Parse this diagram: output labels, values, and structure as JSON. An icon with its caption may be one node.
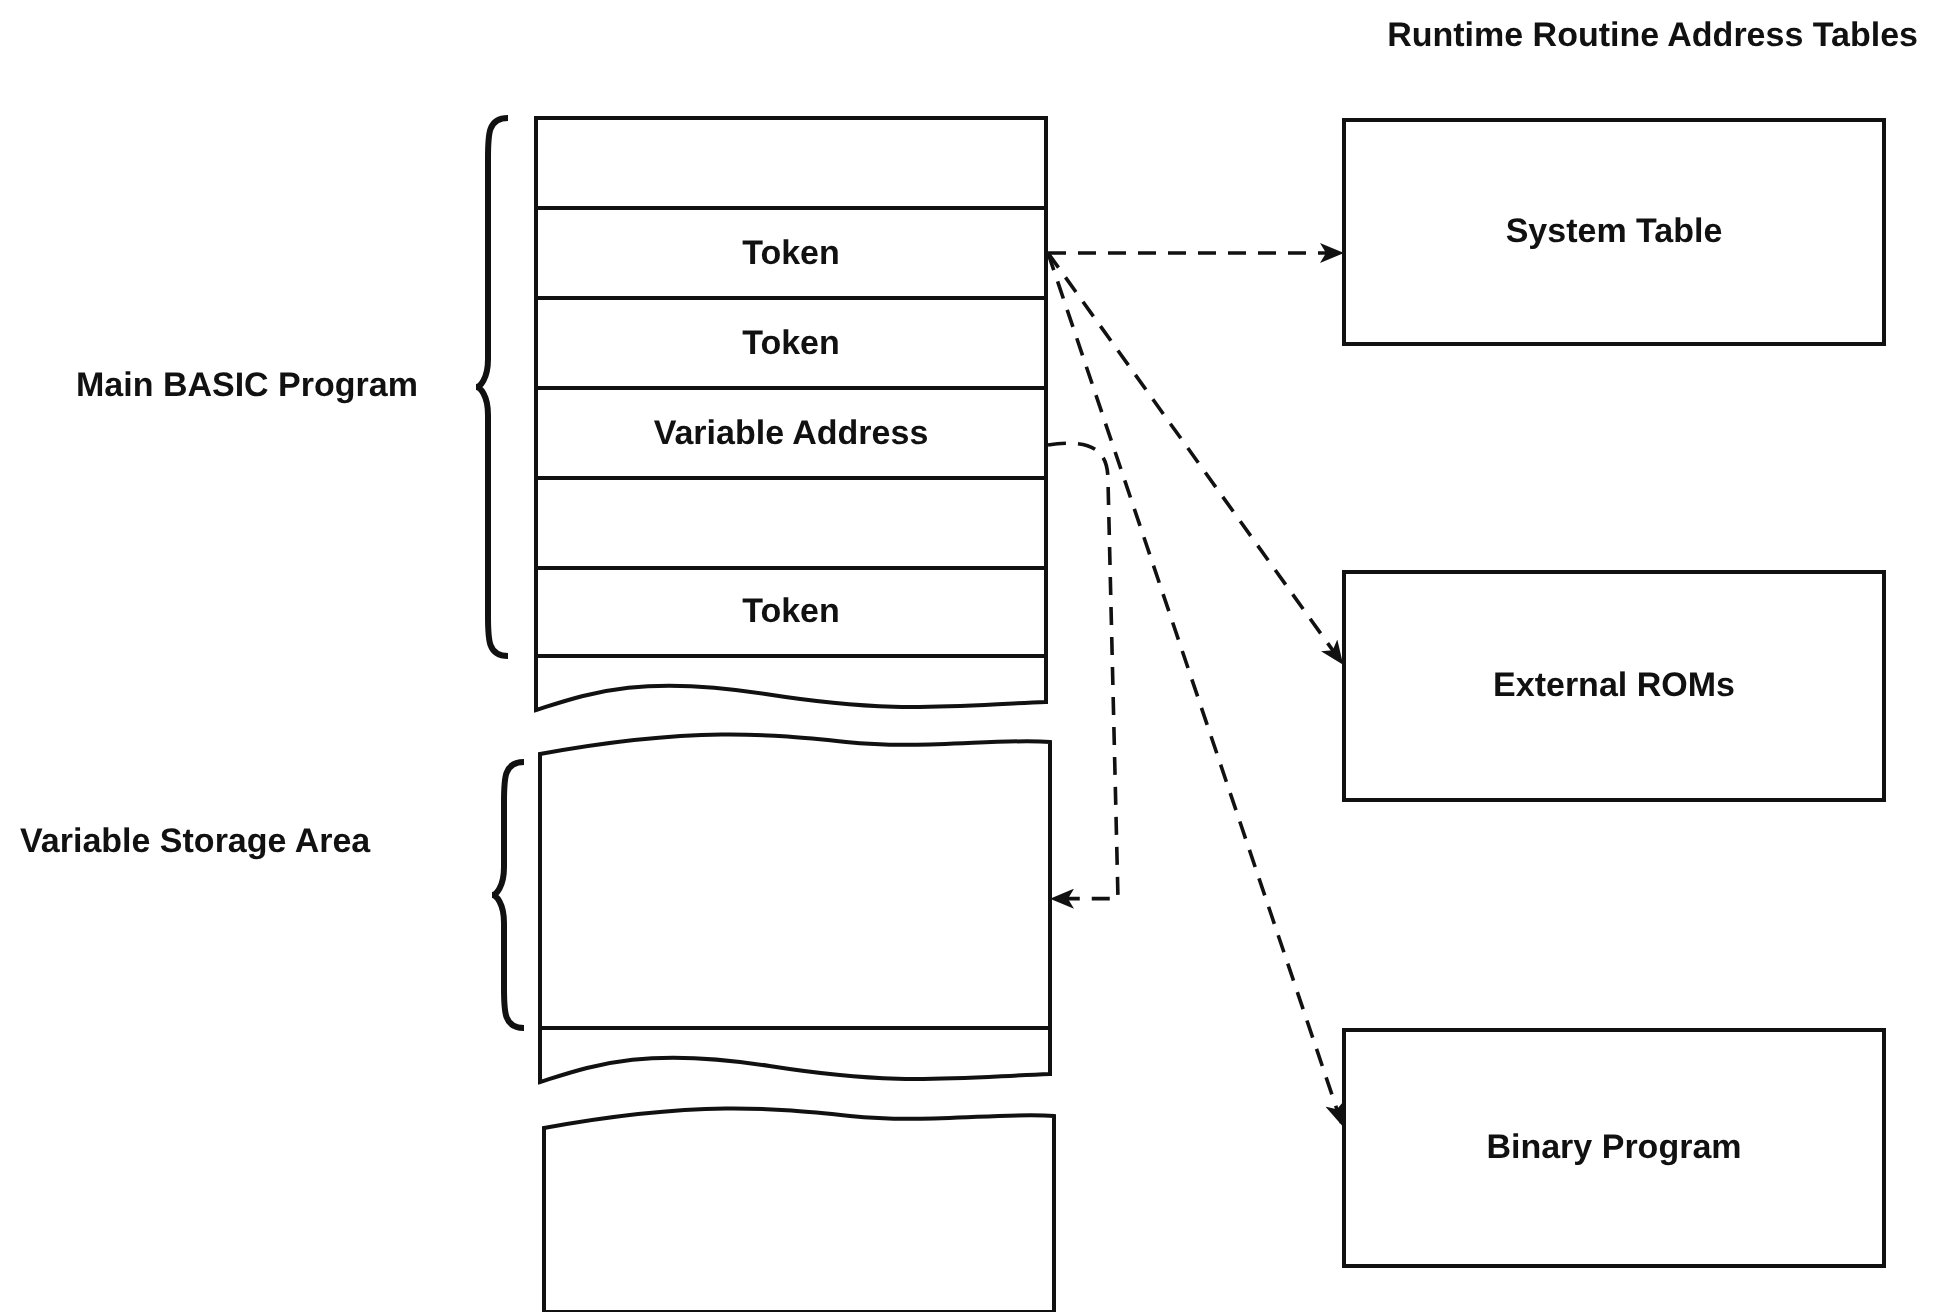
{
  "diagram": {
    "nodes": [
      {
        "text": [],
        "shape": "box"
      },
      {
        "text": [
          "Token"
        ]
      },
      {
        "text": [
          "Token"
        ]
      },
      {
        "text": [
          "Variable Address"
        ]
      },
      {
        "text": [],
        "shape": "box"
      },
      {
        "text": [
          "Token"
        ]
      },
      {
        "text": [],
        "shape": "box"
      },
      {
        "text": [],
        "shape": "box"
      },
      {
        "text": [],
        "shape": "box"
      },
      {
        "text": [],
        "shape": "box"
      },
      {
        "text": [
          "System Table"
        ]
      },
      {
        "text": [
          "External ROMs"
        ]
      },
      {
        "text": [
          "Binary Program"
        ]
      }
    ],
    "edges": [
      {
        "from": 1,
        "to": 10,
        "arrow": "to",
        "style": "dashed"
      },
      {
        "from": 1,
        "to": 11,
        "arrow": "to",
        "style": "dashed"
      },
      {
        "from": 1,
        "to": 12,
        "arrow": "to",
        "style": "dashed"
      },
      {
        "from": 3,
        "to": 7,
        "arrow": "to",
        "style": "dashed"
      }
    ],
    "labels": [
      "Runtime Routine Address Tables",
      "Main BASIC Program",
      "Variable Storage Area"
    ]
  }
}
